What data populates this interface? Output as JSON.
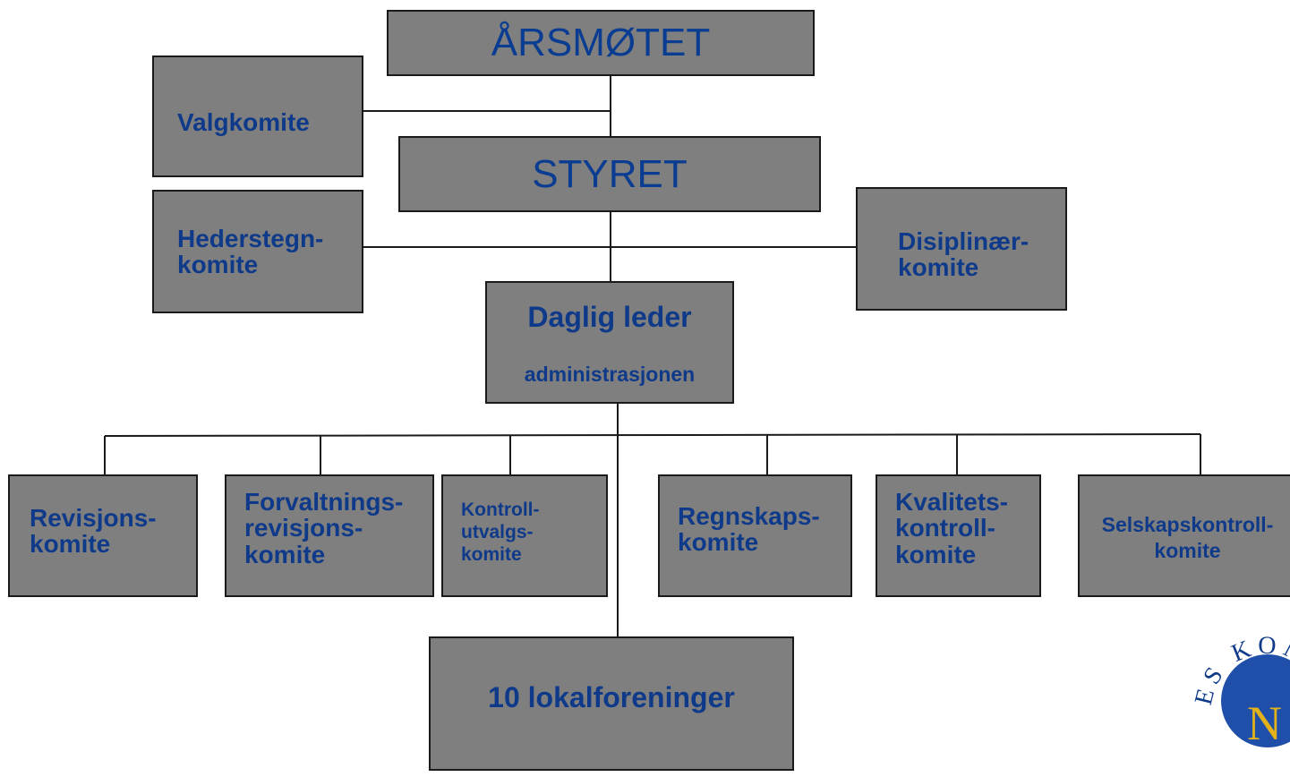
{
  "top": {
    "aarsmotet": "ÅRSMØTET",
    "styret": "STYRET"
  },
  "side": {
    "valgkomite": "Valgkomite",
    "hederstegn": [
      "Hederstegn-",
      "komite"
    ],
    "disiplinaer": [
      "Disiplinær-",
      "komite"
    ]
  },
  "daglig_leder": {
    "title": "Daglig leder",
    "subtitle": "administrasjonen"
  },
  "committees": {
    "revisjon": [
      "Revisjons-",
      "komite"
    ],
    "forvaltning": [
      "Forvaltnings-",
      "revisjons-",
      "komite"
    ],
    "kontroll": [
      "Kontroll-",
      "utvalgs-",
      "komite"
    ],
    "regnskap": [
      "Regnskaps-",
      "komite"
    ],
    "kvalitet": [
      "Kvalitets-",
      "kontroll-",
      "komite"
    ],
    "selskap": [
      "Selskapskontroll-",
      "komite"
    ]
  },
  "lokal": "10 lokalforeninger",
  "logo": {
    "letter": "N",
    "arc_text": "ES KOMM"
  },
  "colors": {
    "box_fill": "#7f7f7f",
    "text": "#0f3a8a",
    "line": "#1a1a1a",
    "logo_blue": "#1f4fa8",
    "logo_gold": "#e3b21a"
  }
}
